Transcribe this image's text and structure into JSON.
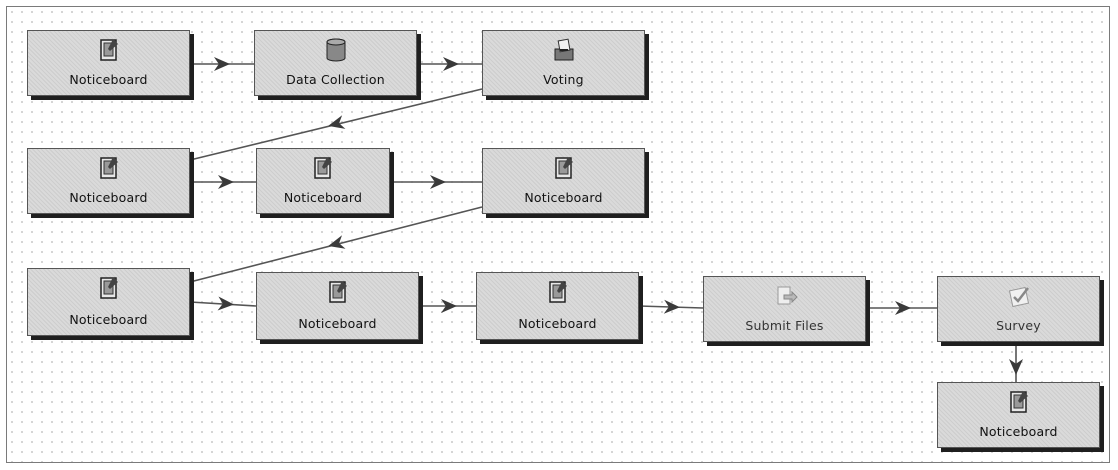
{
  "nodes": [
    {
      "id": "n1",
      "label": "Noticeboard",
      "icon": "noticeboard-icon"
    },
    {
      "id": "n2",
      "label": "Data Collection",
      "icon": "database-icon"
    },
    {
      "id": "n3",
      "label": "Voting",
      "icon": "ballot-box-icon"
    },
    {
      "id": "n4",
      "label": "Noticeboard",
      "icon": "noticeboard-icon"
    },
    {
      "id": "n5",
      "label": "Noticeboard",
      "icon": "noticeboard-icon"
    },
    {
      "id": "n6",
      "label": "Noticeboard",
      "icon": "noticeboard-icon"
    },
    {
      "id": "n7",
      "label": "Noticeboard",
      "icon": "noticeboard-icon"
    },
    {
      "id": "n8",
      "label": "Noticeboard",
      "icon": "noticeboard-icon"
    },
    {
      "id": "n9",
      "label": "Noticeboard",
      "icon": "noticeboard-icon"
    },
    {
      "id": "n10",
      "label": "Submit Files",
      "icon": "submit-files-icon"
    },
    {
      "id": "n11",
      "label": "Survey",
      "icon": "survey-icon"
    },
    {
      "id": "n12",
      "label": "Noticeboard",
      "icon": "noticeboard-icon"
    }
  ],
  "edges": [
    [
      "n1",
      "n2"
    ],
    [
      "n2",
      "n3"
    ],
    [
      "n3",
      "n4"
    ],
    [
      "n4",
      "n5"
    ],
    [
      "n5",
      "n6"
    ],
    [
      "n6",
      "n7"
    ],
    [
      "n7",
      "n8"
    ],
    [
      "n8",
      "n9"
    ],
    [
      "n9",
      "n10"
    ],
    [
      "n10",
      "n11"
    ],
    [
      "n11",
      "n12"
    ]
  ],
  "colors": {
    "node_fill": "#dadada",
    "node_shadow": "#1f1f1f",
    "wire": "#555555"
  }
}
